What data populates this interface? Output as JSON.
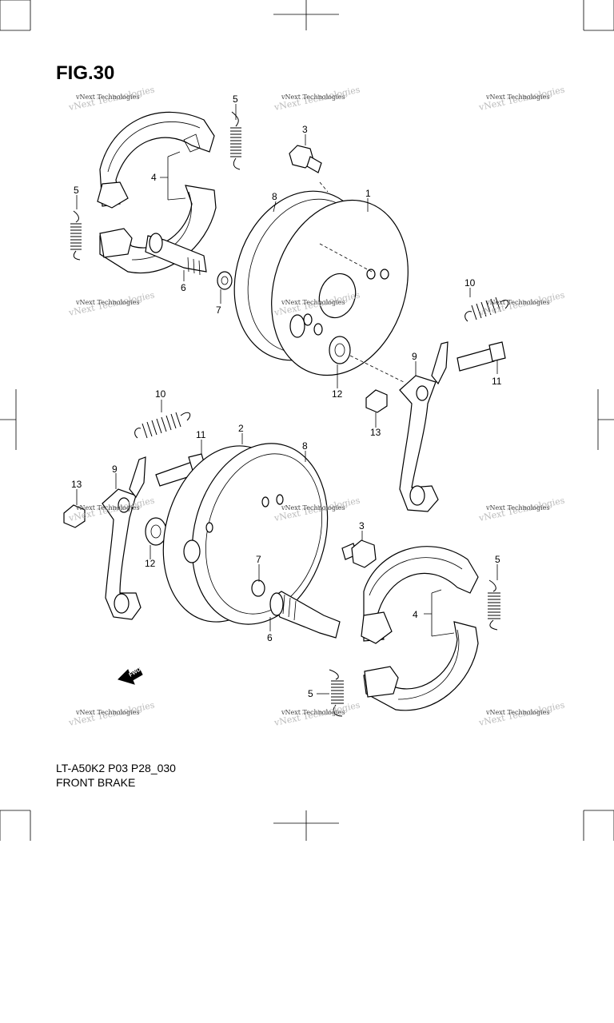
{
  "figure": {
    "title": "FIG.30",
    "code": "LT-A50K2 P03 P28_030",
    "name": "FRONT BRAKE"
  },
  "watermark": {
    "text": "vNext Technologies"
  },
  "direction_marker": {
    "label": "FWD",
    "icon": "forward-arrow-icon"
  },
  "callouts": [
    {
      "id": "c-5-top",
      "label": "5"
    },
    {
      "id": "c-3-top",
      "label": "3"
    },
    {
      "id": "c-4-top",
      "label": "4"
    },
    {
      "id": "c-5-left",
      "label": "5"
    },
    {
      "id": "c-8-top",
      "label": "8"
    },
    {
      "id": "c-1",
      "label": "1"
    },
    {
      "id": "c-6-top",
      "label": "6"
    },
    {
      "id": "c-7-top",
      "label": "7"
    },
    {
      "id": "c-10-right",
      "label": "10"
    },
    {
      "id": "c-9-right",
      "label": "9"
    },
    {
      "id": "c-11-right",
      "label": "11"
    },
    {
      "id": "c-12-top",
      "label": "12"
    },
    {
      "id": "c-13-right",
      "label": "13"
    },
    {
      "id": "c-10-left",
      "label": "10"
    },
    {
      "id": "c-2",
      "label": "2"
    },
    {
      "id": "c-11-left",
      "label": "11"
    },
    {
      "id": "c-8-bottom",
      "label": "8"
    },
    {
      "id": "c-9-left",
      "label": "9"
    },
    {
      "id": "c-13-left",
      "label": "13"
    },
    {
      "id": "c-3-bottom",
      "label": "3"
    },
    {
      "id": "c-12-bottom",
      "label": "12"
    },
    {
      "id": "c-7-bottom",
      "label": "7"
    },
    {
      "id": "c-5-right",
      "label": "5"
    },
    {
      "id": "c-4-bottom",
      "label": "4"
    },
    {
      "id": "c-6-bottom",
      "label": "6"
    },
    {
      "id": "c-5-bottom",
      "label": "5"
    }
  ]
}
